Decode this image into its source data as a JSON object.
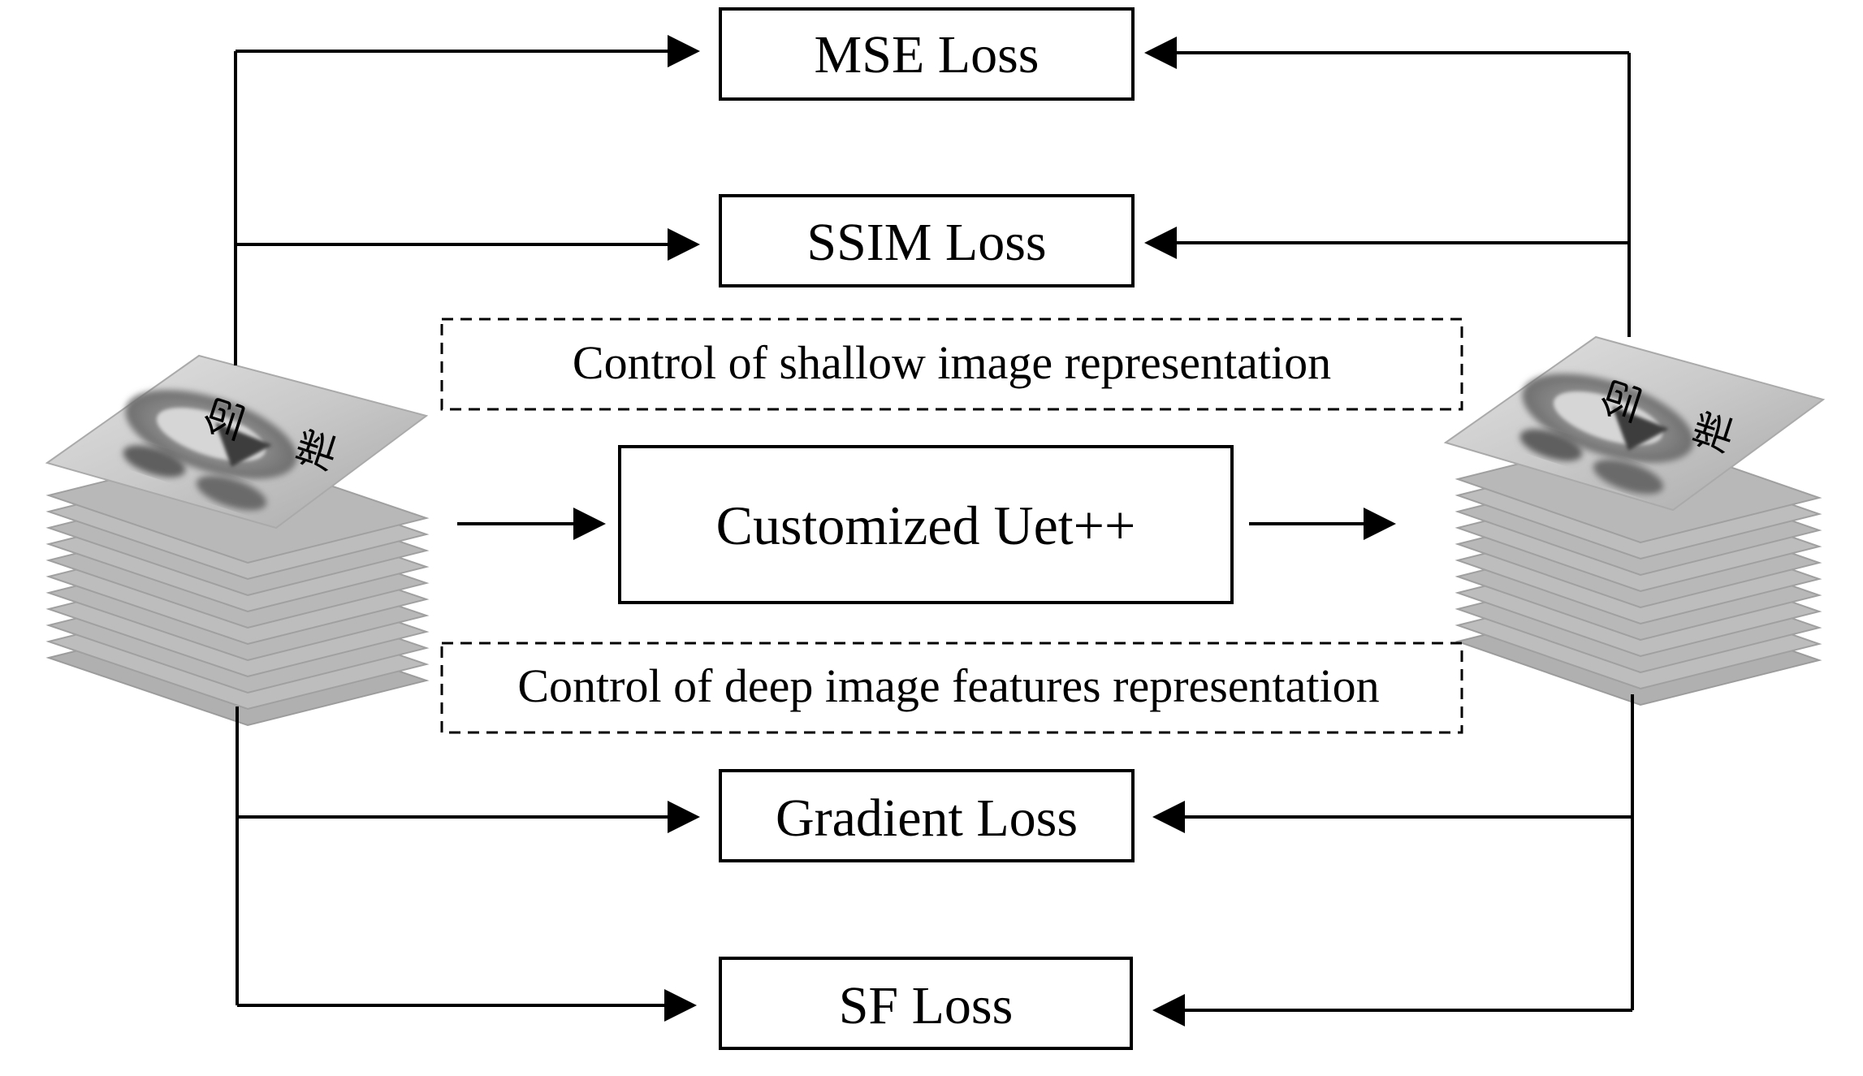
{
  "loss_boxes": {
    "mse": "MSE Loss",
    "ssim": "SSIM Loss",
    "gradient": "Gradient Loss",
    "sf": "SF Loss"
  },
  "model_box": "Customized Uet++",
  "controls": {
    "shallow": "Control of shallow image representation",
    "deep": "Control of deep image features representation"
  },
  "stack_image_glyphs": [
    "创",
    "新"
  ],
  "colors": {
    "stroke": "#000000",
    "background": "#ffffff",
    "image_gray": "#9a9a9a"
  }
}
